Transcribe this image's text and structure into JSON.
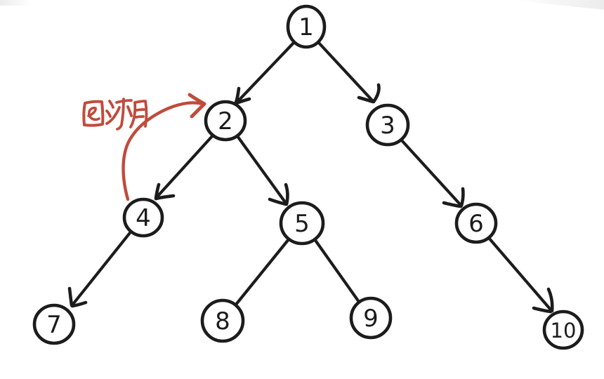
{
  "diagram": {
    "type": "tree",
    "style": "hand-drawn-sketch",
    "nodes": [
      {
        "value": "1"
      },
      {
        "value": "2"
      },
      {
        "value": "3"
      },
      {
        "value": "4"
      },
      {
        "value": "5"
      },
      {
        "value": "6"
      },
      {
        "value": "7"
      },
      {
        "value": "8"
      },
      {
        "value": "9"
      },
      {
        "value": "10"
      }
    ],
    "edges": [
      {
        "from": "1",
        "to": "2",
        "arrow": true
      },
      {
        "from": "1",
        "to": "3",
        "arrow": true
      },
      {
        "from": "2",
        "to": "4",
        "arrow": true
      },
      {
        "from": "2",
        "to": "5",
        "arrow": true
      },
      {
        "from": "3",
        "to": "6",
        "arrow": true
      },
      {
        "from": "4",
        "to": "7",
        "arrow": true
      },
      {
        "from": "5",
        "to": "8",
        "arrow": false
      },
      {
        "from": "5",
        "to": "9",
        "arrow": false
      },
      {
        "from": "6",
        "to": "10",
        "arrow": true
      }
    ],
    "annotation": {
      "label": "回溯",
      "from": "4",
      "to": "2",
      "color": "#c04b3c"
    }
  },
  "colors": {
    "ink": "#1c1c1c",
    "accent": "#c04b3c",
    "background": "#ffffff"
  }
}
